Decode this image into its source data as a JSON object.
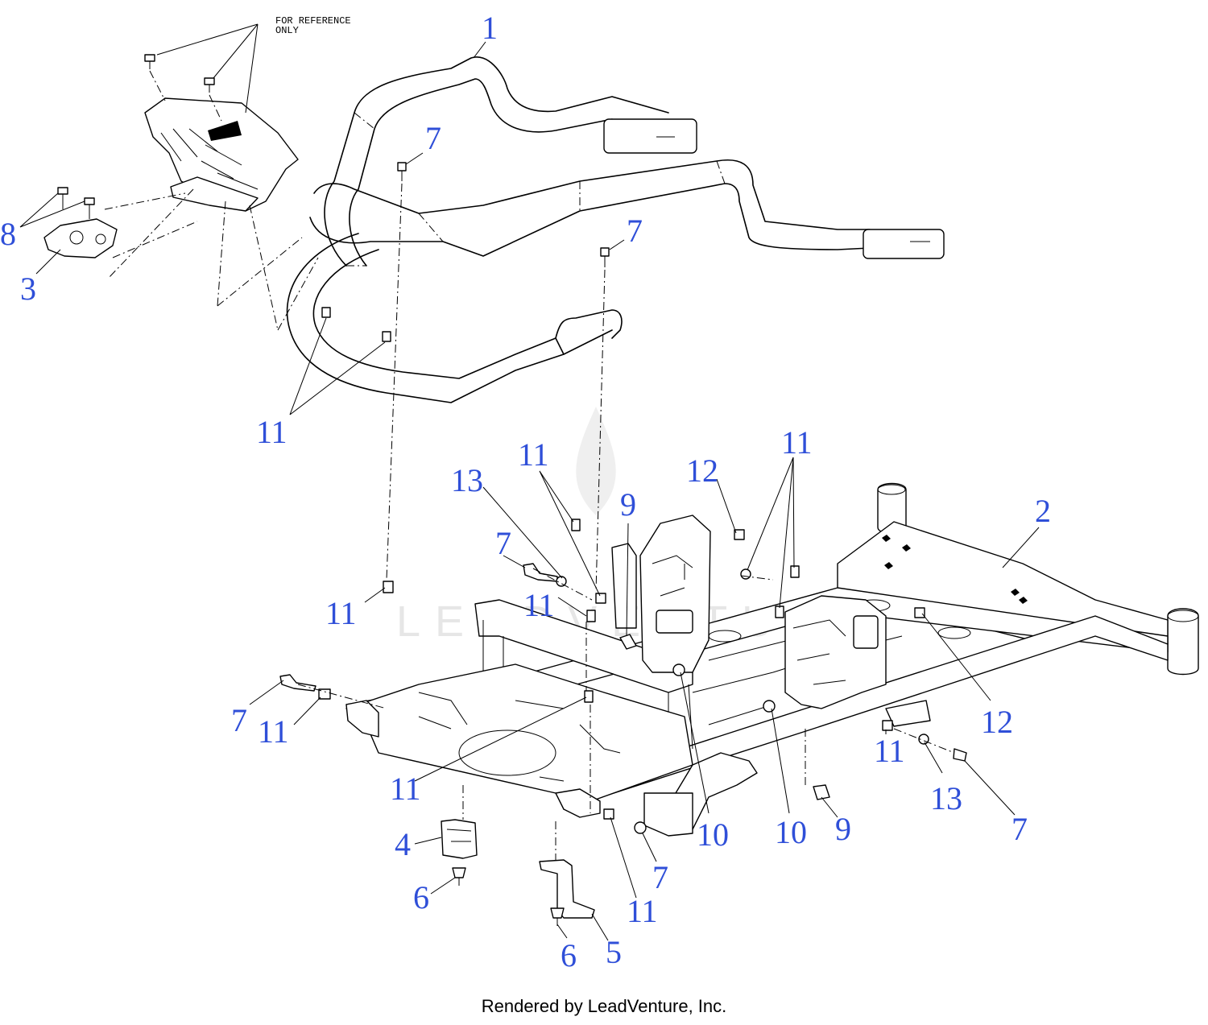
{
  "diagram": {
    "reference_note": [
      "FOR REFERENCE",
      "ONLY"
    ],
    "watermark": "LEADVENTURE",
    "footer": "Rendered by LeadVenture, Inc.",
    "callouts": [
      {
        "id": "c1",
        "label": "1"
      },
      {
        "id": "c2",
        "label": "2"
      },
      {
        "id": "c3",
        "label": "3"
      },
      {
        "id": "c4",
        "label": "4"
      },
      {
        "id": "c5",
        "label": "5"
      },
      {
        "id": "c6a",
        "label": "6"
      },
      {
        "id": "c6b",
        "label": "6"
      },
      {
        "id": "c7a",
        "label": "7"
      },
      {
        "id": "c7b",
        "label": "7"
      },
      {
        "id": "c7c",
        "label": "7"
      },
      {
        "id": "c7d",
        "label": "7"
      },
      {
        "id": "c7e",
        "label": "7"
      },
      {
        "id": "c7f",
        "label": "7"
      },
      {
        "id": "c8",
        "label": "8"
      },
      {
        "id": "c9a",
        "label": "9"
      },
      {
        "id": "c9b",
        "label": "9"
      },
      {
        "id": "c10a",
        "label": "10"
      },
      {
        "id": "c10b",
        "label": "10"
      },
      {
        "id": "c11a",
        "label": "11"
      },
      {
        "id": "c11b",
        "label": "11"
      },
      {
        "id": "c11c",
        "label": "11"
      },
      {
        "id": "c11d",
        "label": "11"
      },
      {
        "id": "c11e",
        "label": "11"
      },
      {
        "id": "c11f",
        "label": "11"
      },
      {
        "id": "c11g",
        "label": "11"
      },
      {
        "id": "c11h",
        "label": "11"
      },
      {
        "id": "c11i",
        "label": "11"
      },
      {
        "id": "c12a",
        "label": "12"
      },
      {
        "id": "c12b",
        "label": "12"
      },
      {
        "id": "c13a",
        "label": "13"
      },
      {
        "id": "c13b",
        "label": "13"
      }
    ]
  }
}
